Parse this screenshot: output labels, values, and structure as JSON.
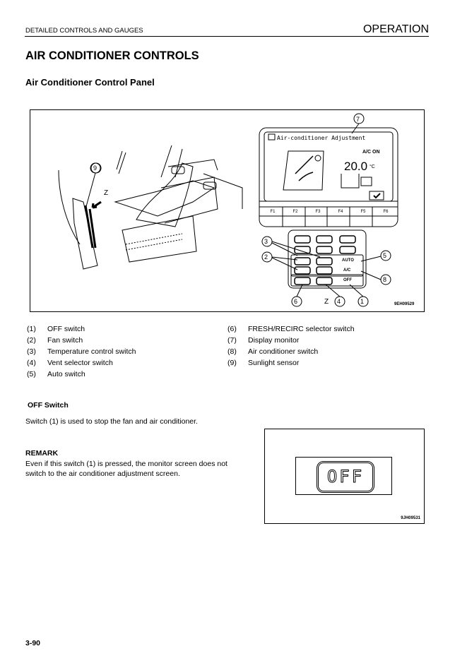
{
  "header": {
    "section": "DETAILED CONTROLS AND GAUGES",
    "chapter": "OPERATION"
  },
  "title": "AIR CONDITIONER CONTROLS",
  "subtitle": "Air Conditioner Control Panel",
  "figure1": {
    "monitor_title": "Air-conditioner Adjustment",
    "ac_status": "A/C ON",
    "temperature": "20.0",
    "temp_unit": "°C",
    "function_keys": [
      "F1",
      "F2",
      "F3",
      "F4",
      "F5",
      "F6"
    ],
    "panel_buttons": [
      "AUTO",
      "A/C",
      "OFF"
    ],
    "callouts": [
      "1",
      "2",
      "3",
      "4",
      "5",
      "6",
      "7",
      "8",
      "9"
    ],
    "view_label": "Z",
    "code": "9EH09529"
  },
  "legend": [
    {
      "num": "(1)",
      "label": "OFF switch"
    },
    {
      "num": "(2)",
      "label": "Fan switch"
    },
    {
      "num": "(3)",
      "label": "Temperature control switch"
    },
    {
      "num": "(4)",
      "label": "Vent selector switch"
    },
    {
      "num": "(5)",
      "label": "Auto switch"
    },
    {
      "num": "(6)",
      "label": "FRESH/RECIRC selector switch"
    },
    {
      "num": "(7)",
      "label": "Display monitor"
    },
    {
      "num": "(8)",
      "label": "Air conditioner switch"
    },
    {
      "num": "(9)",
      "label": "Sunlight sensor"
    }
  ],
  "off_section": {
    "heading": "OFF Switch",
    "body": "Switch (1) is used to stop the fan and air conditioner.",
    "remark_heading": "REMARK",
    "remark_line1": "Even if this switch (1) is pressed, the monitor screen does not",
    "remark_line2": "switch to the air conditioner adjustment screen."
  },
  "figure2": {
    "button": "OFF",
    "code": "9JH09531"
  },
  "page_number": "3-90"
}
